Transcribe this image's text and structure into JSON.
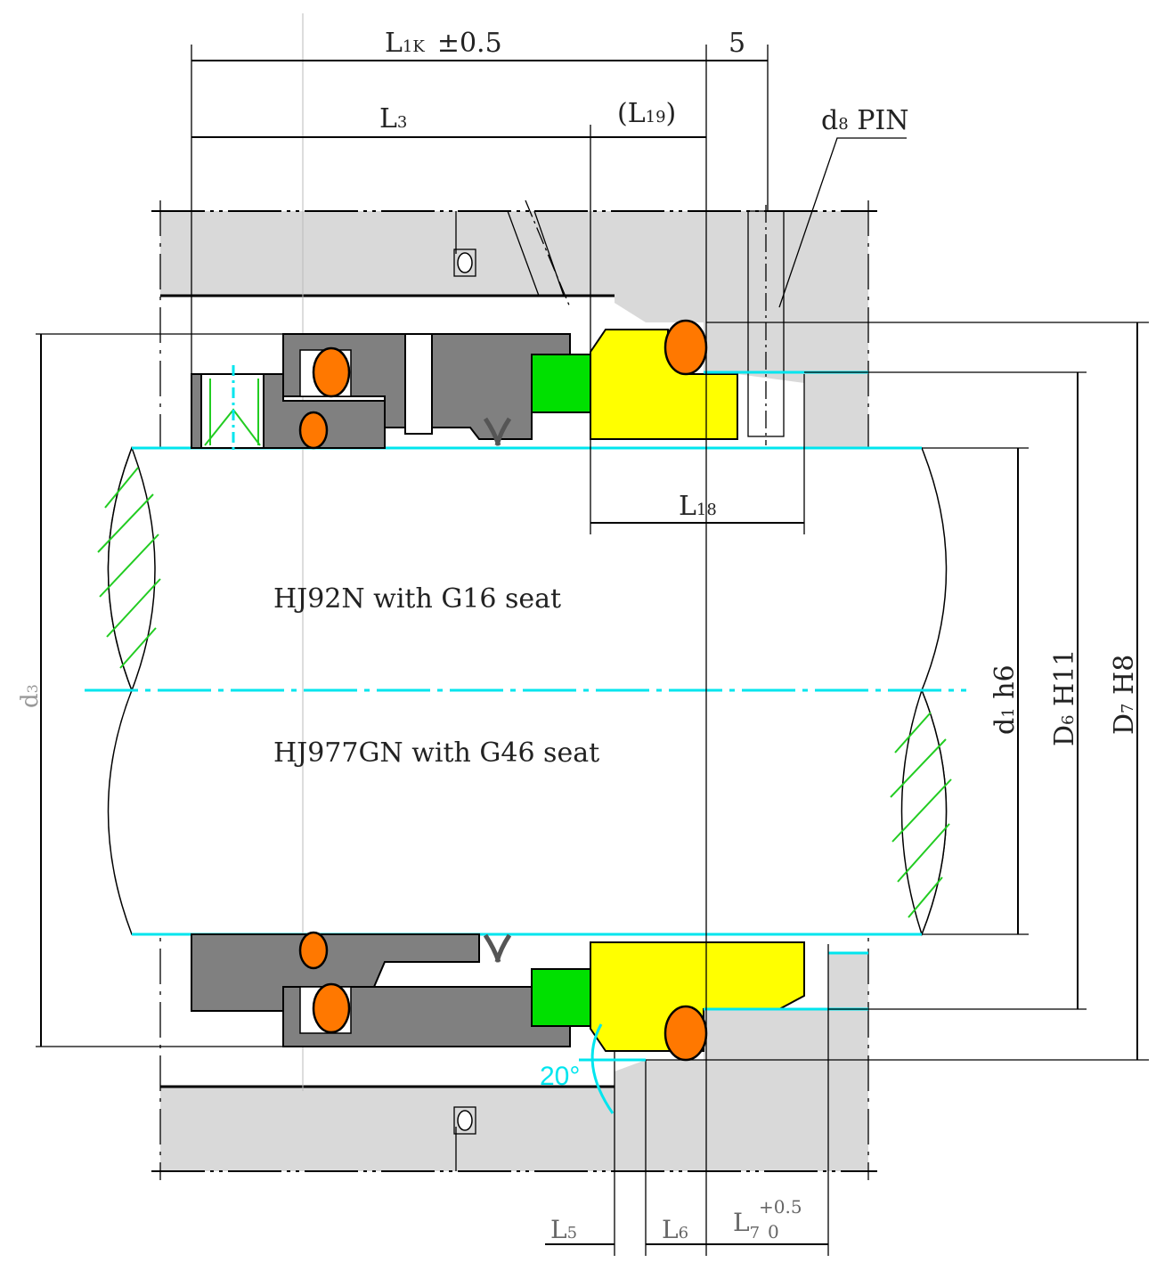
{
  "title_lines": {
    "top": "HJ92N with G16 seat",
    "bottom": "HJ977GN with G46 seat"
  },
  "dimensions": {
    "l1k": {
      "main": "L",
      "sub": "1K",
      "tol": "±0.5"
    },
    "five": "5",
    "l3": {
      "main": "L",
      "sub": "3"
    },
    "l19": {
      "open": "(L",
      "sub": "19",
      "close": ")"
    },
    "d8pin": {
      "main": "d",
      "sub": "8",
      "rest": " PIN"
    },
    "l18": {
      "main": "L",
      "sub": "18"
    },
    "d3": {
      "main": "d",
      "sub": "3"
    },
    "d1": {
      "main": "d",
      "sub": "1",
      "rest": " h6"
    },
    "d6": {
      "main": "D",
      "sub": "6",
      "rest": " H11"
    },
    "d7": {
      "main": "D",
      "sub": "7",
      "rest": " H8"
    },
    "l5": {
      "main": "L",
      "sub": "5"
    },
    "l6": {
      "main": "L",
      "sub": "6"
    },
    "l7": {
      "main": "L",
      "sub": "7",
      "upper": "+0.5",
      "lower": "0"
    },
    "angle": "20°"
  },
  "colors": {
    "housing": "#d9d9d9",
    "seal_body": "#808080",
    "oring": "#ff7800",
    "seat": "#ffff00",
    "face": "#00e000",
    "centerline": "#00e5ee",
    "hatch": "#22cc22"
  }
}
